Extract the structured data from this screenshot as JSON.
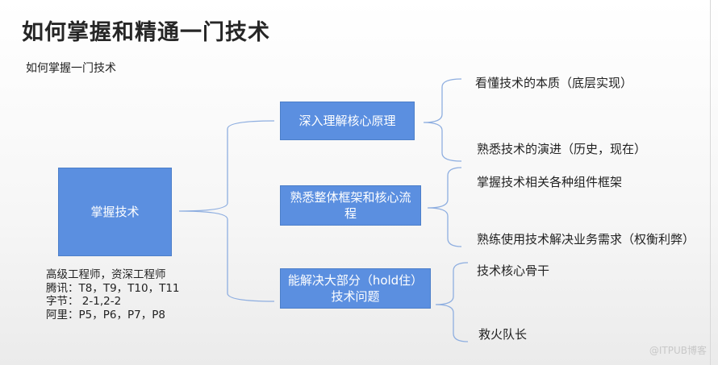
{
  "title": "如何掌握和精通一门技术",
  "subtitle": "如何掌握一门技术",
  "root": "掌握技术",
  "branches": [
    {
      "label": "深入理解核心原理",
      "leaves": [
        "看懂技术的本质（底层实现）",
        "熟悉技术的演进（历史，现在）"
      ]
    },
    {
      "label": "熟悉整体框架和核心流程",
      "leaves": [
        "掌握技术相关各种组件框架",
        "熟练使用技术解决业务需求（权衡利弊）"
      ]
    },
    {
      "label": "能解决大部分（hold住）技术问题",
      "leaves": [
        "技术核心骨干",
        "救火队长"
      ]
    }
  ],
  "notes": [
    "高级工程师，资深工程师",
    "腾讯：T8，T9，T10，T11",
    "字节： 2-1,2-2",
    "阿里：P5，P6，P7，P8"
  ],
  "watermark": "@ITPUB博客",
  "colors": {
    "box": "#5b8fe0",
    "brace": "#8eaee0"
  }
}
